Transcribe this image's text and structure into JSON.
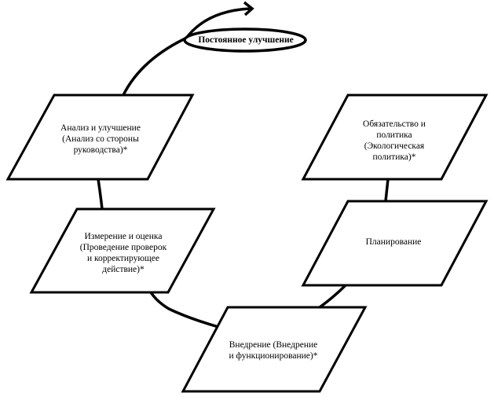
{
  "diagram": {
    "type": "cycle-flowchart",
    "stroke_color": "#000000",
    "fill_color": "#ffffff",
    "ellipse": {
      "id": "continuous-improvement",
      "label": "Постоянное улучшение"
    },
    "nodes": [
      {
        "id": "analysis-improvement",
        "label": "Анализ и улучшение\n(Анализ со стороны\nруководства)*"
      },
      {
        "id": "commitment-policy",
        "label": "Обязательство и\nполитика\n(Экологическая\nполитика)*"
      },
      {
        "id": "measurement-evaluation",
        "label": "Измерение и оценка\n(Проведение проверок\nи корректирующее\nдействие)*"
      },
      {
        "id": "planning",
        "label": "Планирование"
      },
      {
        "id": "implementation",
        "label": "Внедрение (Внедрение\nи функционирование)*"
      }
    ],
    "connections": [
      {
        "from": "commitment-policy",
        "to": "planning"
      },
      {
        "from": "planning",
        "to": "implementation"
      },
      {
        "from": "implementation",
        "to": "measurement-evaluation"
      },
      {
        "from": "measurement-evaluation",
        "to": "analysis-improvement"
      },
      {
        "from": "analysis-improvement",
        "to": "continuous-improvement"
      }
    ]
  }
}
